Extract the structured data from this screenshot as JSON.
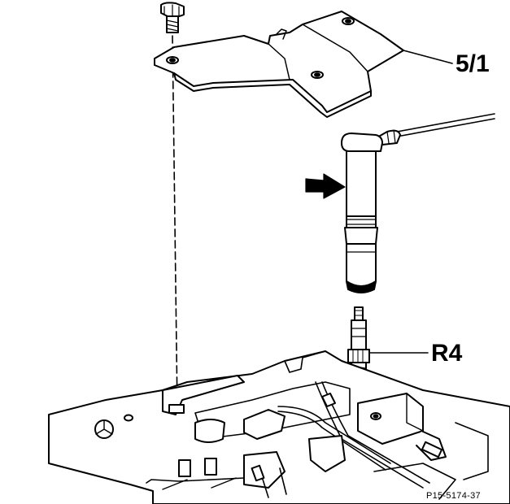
{
  "callouts": {
    "cover_plate": "5/1",
    "spark_plug": "R4"
  },
  "figure_number": "P15-5174-37",
  "colors": {
    "ink": "#000000",
    "paper": "#ffffff"
  }
}
